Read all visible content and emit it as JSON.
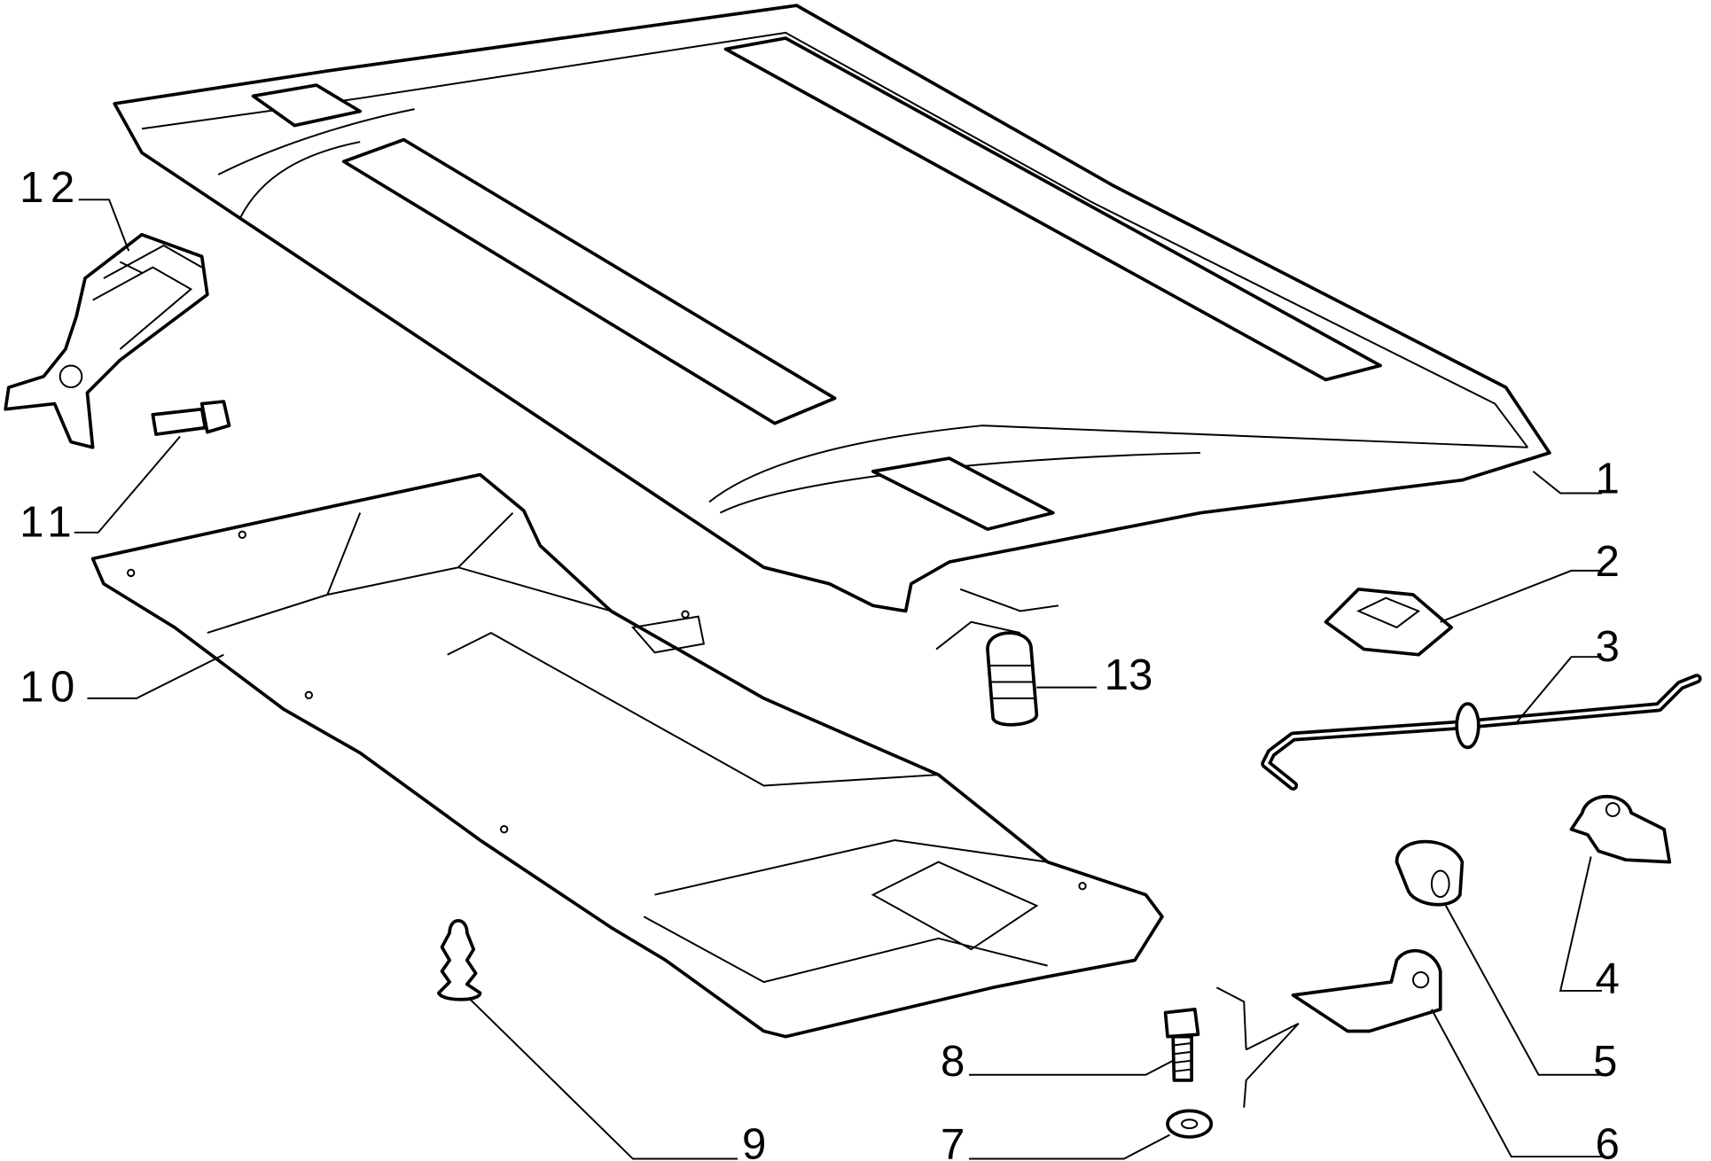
{
  "diagram": {
    "type": "exploded parts diagram",
    "labels": [
      "1",
      "2",
      "3",
      "4",
      "5",
      "6",
      "7",
      "8",
      "9",
      "10",
      "11",
      "12",
      "13"
    ],
    "parts": {
      "1": "hood-panel",
      "2": "clip",
      "3": "prop-rod",
      "4": "rod-clip",
      "5": "rubber-bumper",
      "6": "bracket",
      "7": "washer",
      "8": "bolt",
      "9": "push-fastener",
      "10": "underhood-insulation-panel",
      "11": "hinge-bolt",
      "12": "hinge",
      "13": "rubber-stop"
    }
  }
}
